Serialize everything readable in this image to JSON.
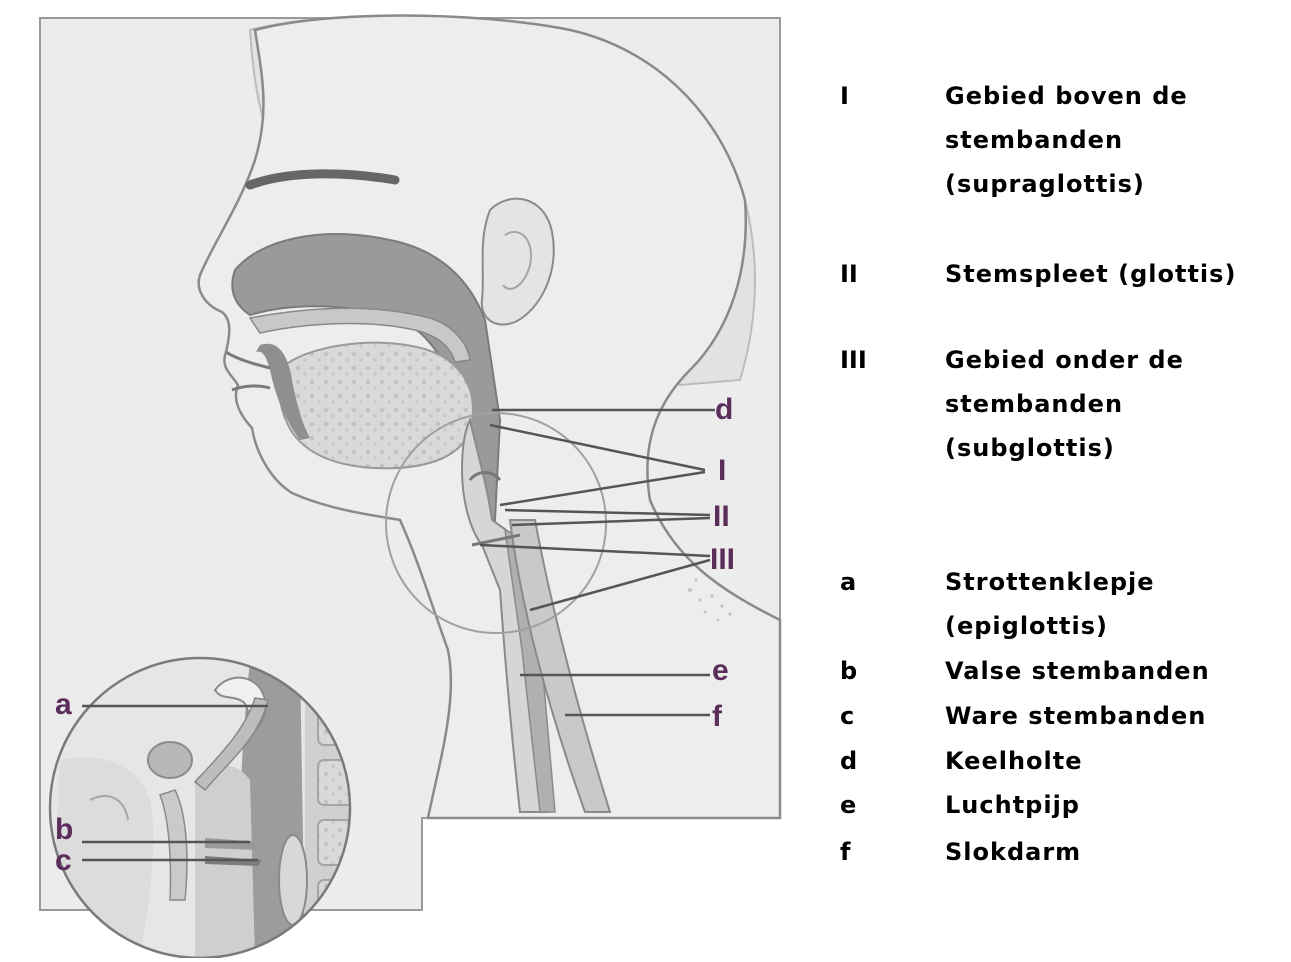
{
  "colors": {
    "label": "#5a2d5a",
    "text": "#000000",
    "tissue": "#bdbdbd",
    "airway": "#8c8c8c",
    "panel": "#e9e9e9"
  },
  "figure": {
    "callouts": {
      "a": "a",
      "b": "b",
      "c": "c",
      "d": "d",
      "e": "e",
      "f": "f",
      "I": "I",
      "II": "II",
      "III": "III"
    }
  },
  "legend": {
    "regions": [
      {
        "key": "I",
        "lines": [
          "Gebied boven de",
          "stembanden",
          "(supraglottis)"
        ]
      },
      {
        "key": "II",
        "lines": [
          "Stemspleet (glottis)"
        ]
      },
      {
        "key": "III",
        "lines": [
          "Gebied onder de",
          "stembanden",
          "(subglottis)"
        ]
      }
    ],
    "parts": [
      {
        "key": "a",
        "lines": [
          "Strottenklepje",
          "(epiglottis)"
        ]
      },
      {
        "key": "b",
        "lines": [
          "Valse stembanden"
        ]
      },
      {
        "key": "c",
        "lines": [
          "Ware stembanden"
        ]
      },
      {
        "key": "d",
        "lines": [
          "Keelholte"
        ]
      },
      {
        "key": "e",
        "lines": [
          "Luchtpijp"
        ]
      },
      {
        "key": "f",
        "lines": [
          "Slokdarm"
        ]
      }
    ]
  }
}
